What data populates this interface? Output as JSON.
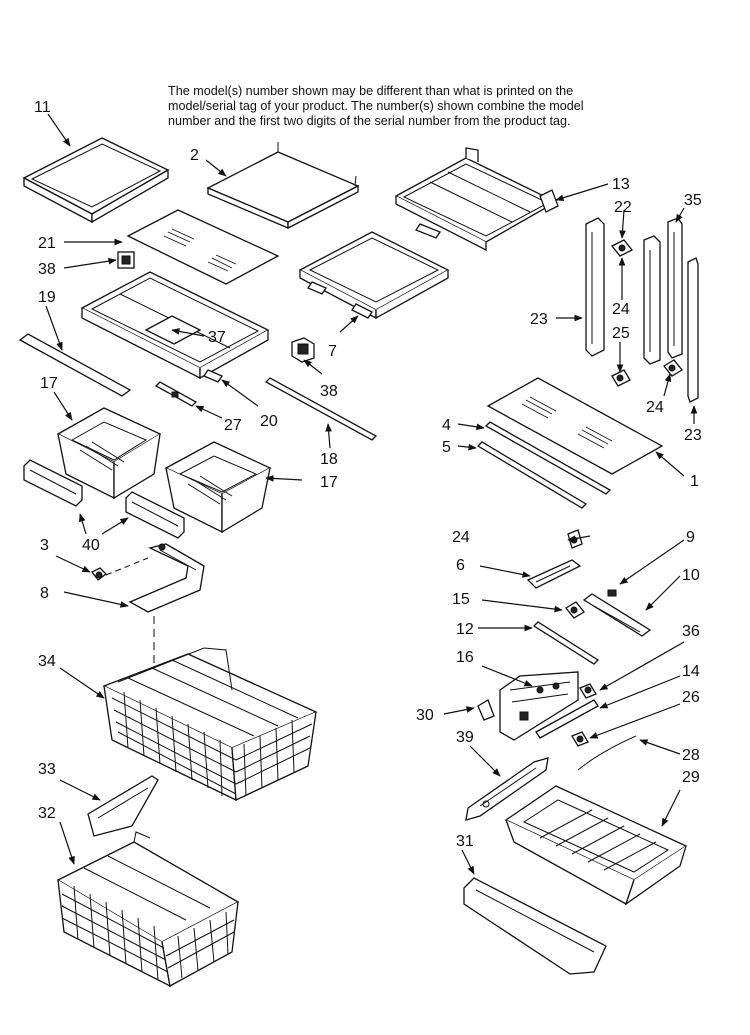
{
  "note": {
    "line1": "The model(s) number shown may be different than what is printed on the",
    "line2": "model/serial tag of your product. The number(s) shown combine the model",
    "line3": "number and the first two digits of the serial number from the product tag."
  },
  "callouts": {
    "c11": "11",
    "c2": "2",
    "c13": "13",
    "c22": "22",
    "c35": "35",
    "c21": "21",
    "c38a": "38",
    "c19": "19",
    "c37": "37",
    "c7": "7",
    "c38b": "38",
    "c23a": "23",
    "c24a": "24",
    "c25": "25",
    "c24b": "24",
    "c23b": "23",
    "c17a": "17",
    "c27": "27",
    "c20": "20",
    "c18": "18",
    "c4": "4",
    "c5": "5",
    "c1": "1",
    "c17b": "17",
    "c40": "40",
    "c3": "3",
    "c24c": "24",
    "c9": "9",
    "c6": "6",
    "c10": "10",
    "c8": "8",
    "c15": "15",
    "c12": "12",
    "c36": "36",
    "c34": "34",
    "c16": "16",
    "c14": "14",
    "c30": "30",
    "c26": "26",
    "c39": "39",
    "c28": "28",
    "c33": "33",
    "c29": "29",
    "c32": "32",
    "c31": "31"
  }
}
